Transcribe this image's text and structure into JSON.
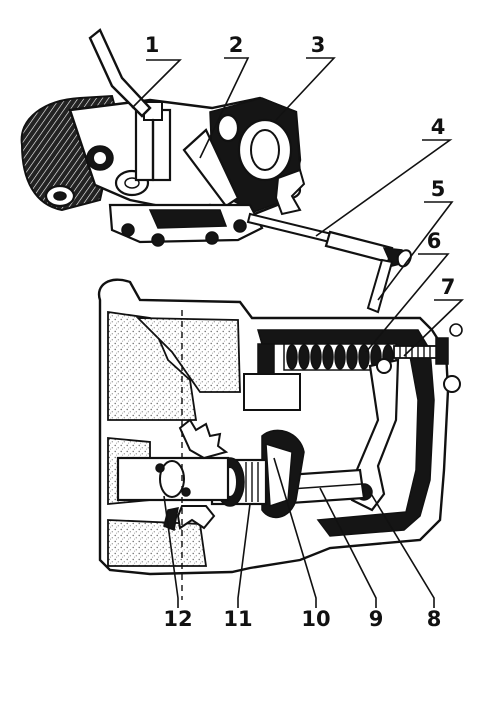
{
  "diagram": {
    "callouts": [
      {
        "id": "1",
        "label": "1"
      },
      {
        "id": "2",
        "label": "2"
      },
      {
        "id": "3",
        "label": "3"
      },
      {
        "id": "4",
        "label": "4"
      },
      {
        "id": "5",
        "label": "5"
      },
      {
        "id": "6",
        "label": "6"
      },
      {
        "id": "7",
        "label": "7"
      },
      {
        "id": "8",
        "label": "8"
      },
      {
        "id": "9",
        "label": "9"
      },
      {
        "id": "10",
        "label": "10"
      },
      {
        "id": "11",
        "label": "11"
      },
      {
        "id": "12",
        "label": "12"
      }
    ],
    "colors": {
      "ink": "#111111",
      "paper": "#ffffff",
      "stipple": "#777777"
    }
  }
}
